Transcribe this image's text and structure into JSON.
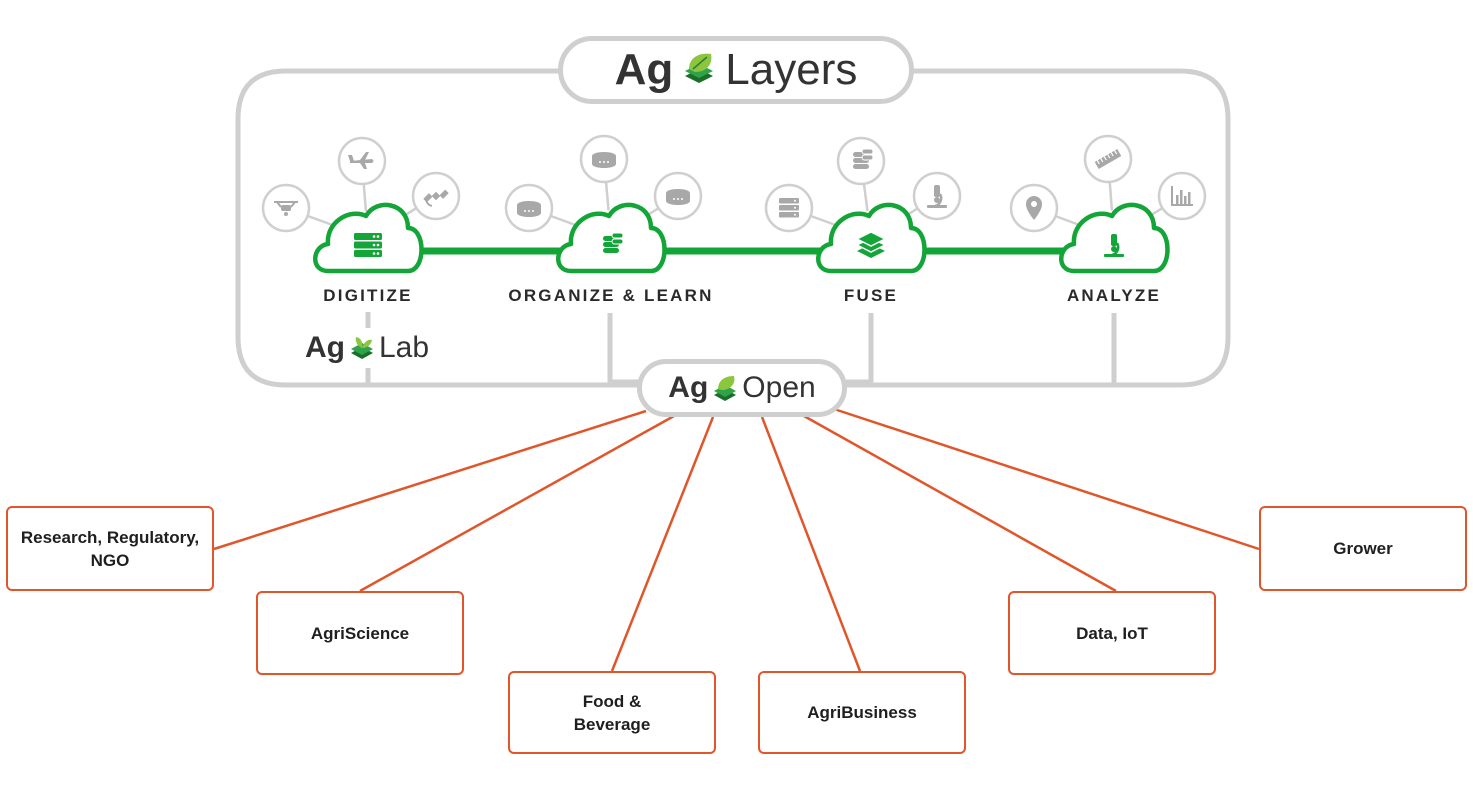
{
  "platform": {
    "ag": "Ag",
    "name": "Layers"
  },
  "stages": [
    {
      "label": "DIGITIZE",
      "icon": "server-icon",
      "satellites": [
        "drone-icon",
        "airplane-icon",
        "satellite-icon"
      ]
    },
    {
      "label": "ORGANIZE & LEARN",
      "icon": "database-icon",
      "satellites": [
        "storage-disk-icon",
        "storage-disk-icon",
        "storage-disk-icon"
      ]
    },
    {
      "label": "FUSE",
      "icon": "layers-icon",
      "satellites": [
        "server-rack-icon",
        "database-icon",
        "microscope-icon"
      ]
    },
    {
      "label": "ANALYZE",
      "icon": "microscope-icon",
      "satellites": [
        "map-pin-icon",
        "ruler-icon",
        "bar-chart-icon"
      ]
    }
  ],
  "lab_logo": {
    "ag": "Ag",
    "name": "Lab"
  },
  "open_logo": {
    "ag": "Ag",
    "name": "Open"
  },
  "audiences": [
    {
      "label": "Research, Regulatory,\nNGO"
    },
    {
      "label": "AgriScience"
    },
    {
      "label": "Food &\nBeverage"
    },
    {
      "label": "AgriBusiness"
    },
    {
      "label": "Data, IoT"
    },
    {
      "label": "Grower"
    }
  ],
  "colors": {
    "accent_green": "#13a538",
    "connector_orange": "#e0562a",
    "frame_gray": "#cfcfcf",
    "icon_gray": "#a8a8a8"
  }
}
